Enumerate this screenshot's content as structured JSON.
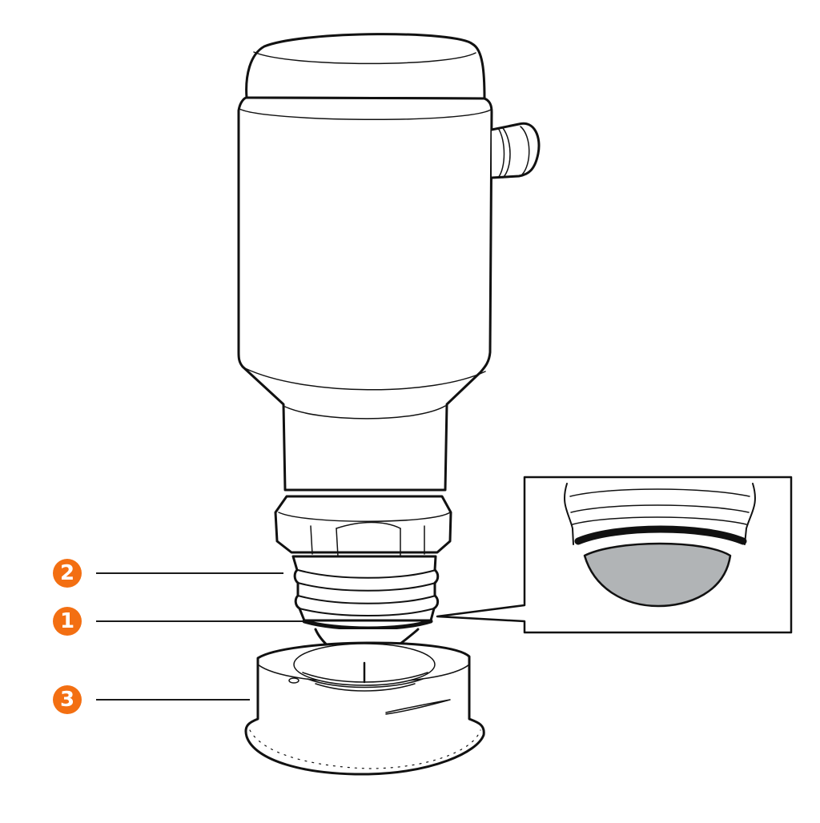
{
  "diagram": {
    "subject": "sensor-installation-illustration",
    "accent_color": "#f36f12",
    "stroke_color": "#111111",
    "window_fill": "#b1b4b6",
    "callouts": [
      {
        "label": "2",
        "target": "process-thread"
      },
      {
        "label": "1",
        "target": "sensor-dome-with-seal"
      },
      {
        "label": "3",
        "target": "weld-in-socket"
      }
    ],
    "detail_inset": {
      "target": "sensor-dome-detail"
    }
  }
}
